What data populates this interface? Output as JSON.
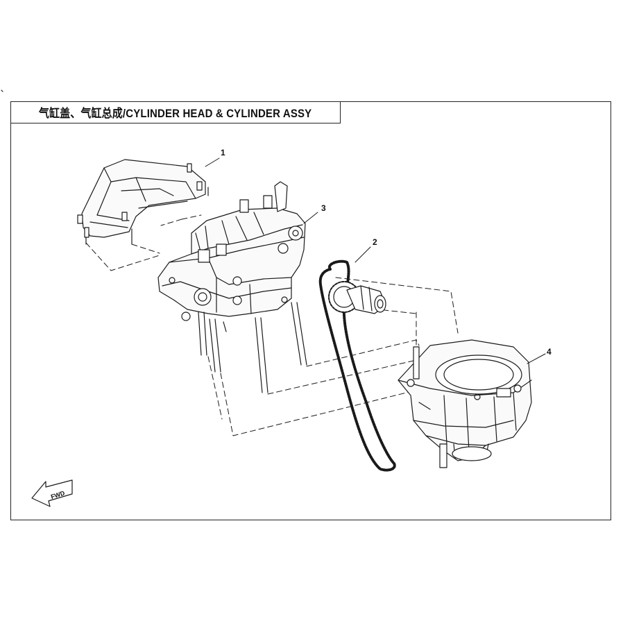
{
  "title": "气缸盖、气缸总成/CYLINDER HEAD & CYLINDER ASSY",
  "callouts": {
    "c1": "1",
    "c2": "2",
    "c3": "3",
    "c4": "4"
  },
  "fwd_label": "FWD",
  "parts": [
    {
      "number": "1",
      "icon": "cylinder-head-cover-icon"
    },
    {
      "number": "2",
      "icon": "timing-chain-camshaft-icon"
    },
    {
      "number": "3",
      "icon": "cylinder-head-icon"
    },
    {
      "number": "4",
      "icon": "cylinder-block-icon"
    }
  ]
}
